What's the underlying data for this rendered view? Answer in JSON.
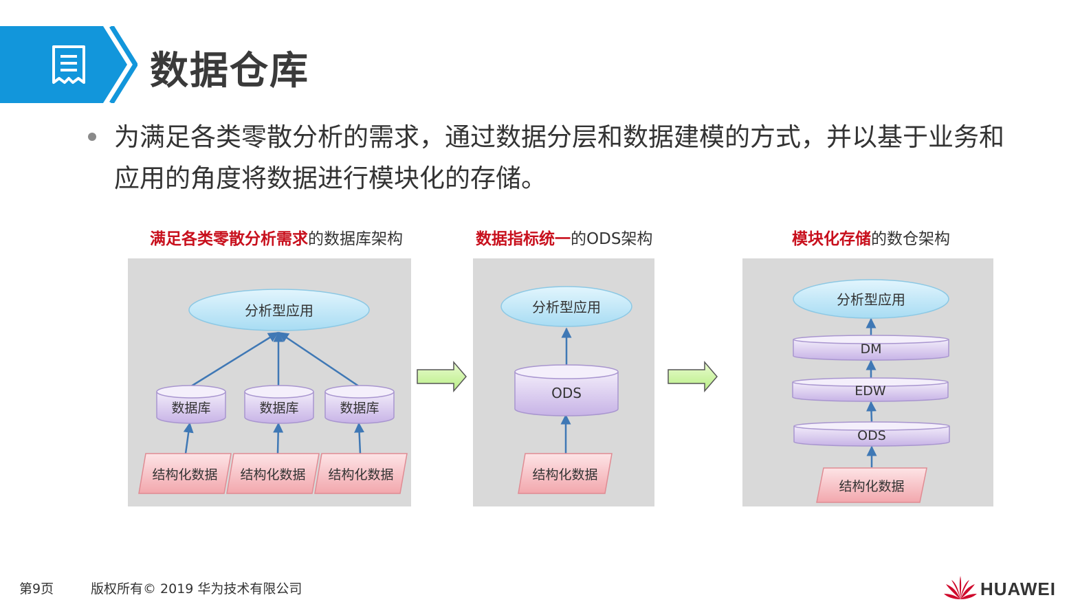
{
  "slide": {
    "title": "数据仓库",
    "bullet": "为满足各类零散分析的需求，通过数据分层和数据建模的方式，并以基于业务和应用的角度将数据进行模块化的存储。"
  },
  "diagrams": [
    {
      "caption_highlight": "满足各类零散分析需求",
      "caption_rest": "的数据库架构",
      "top_node": "分析型应用",
      "databases": [
        "数据库",
        "数据库",
        "数据库"
      ],
      "sources": [
        "结构化数据",
        "结构化数据",
        "结构化数据"
      ]
    },
    {
      "caption_highlight": "数据指标统一",
      "caption_rest": "的ODS架构",
      "top_node": "分析型应用",
      "store": "ODS",
      "source": "结构化数据"
    },
    {
      "caption_highlight": "模块化存储",
      "caption_rest": "的数仓架构",
      "top_node": "分析型应用",
      "layers": [
        "DM",
        "EDW",
        "ODS"
      ],
      "source": "结构化数据"
    }
  ],
  "footer": {
    "page": "第9页",
    "copyright": "版权所有© 2019 华为技术有限公司",
    "brand": "HUAWEI"
  },
  "colors": {
    "header_blue": "#1296db",
    "highlight_red": "#c8101d",
    "panel_gray": "#d9d9d9",
    "ellipse_fill": "#bfe6f7",
    "cylinder_fill": "#ddd0f0",
    "source_fill": "#f8c8cc",
    "arrow_green": "#ccf5a0",
    "connector_blue": "#3f78b5"
  }
}
